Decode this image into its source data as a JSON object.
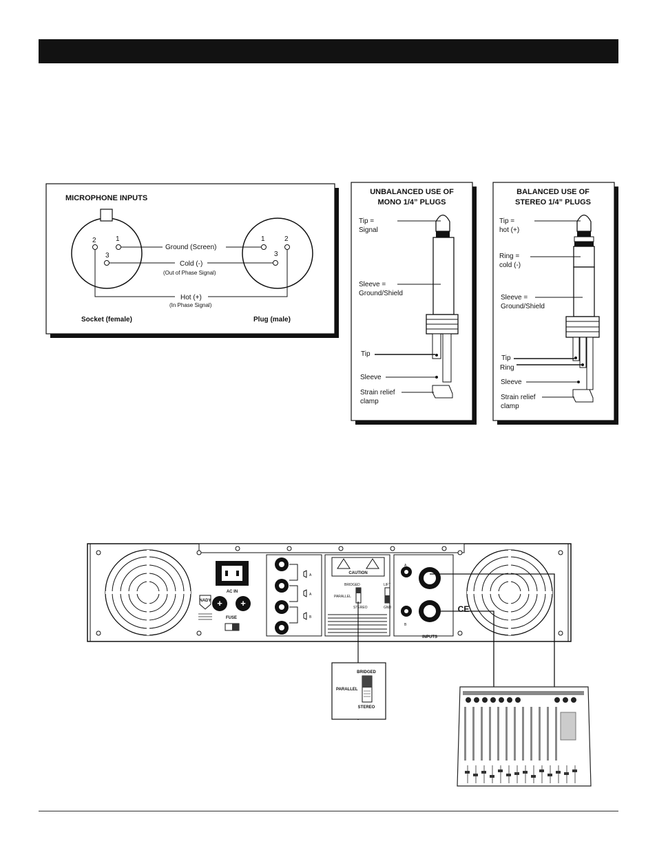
{
  "mic_panel": {
    "title": "MICROPHONE INPUTS",
    "pin1": "1",
    "pin2": "2",
    "pin3": "3",
    "ground": "Ground (Screen)",
    "cold": "Cold (-)",
    "cold_note": "(Out of Phase Signal)",
    "hot": "Hot (+)",
    "hot_note": "(In Phase Signal)",
    "socket": "Socket (female)",
    "plug": "Plug (male)"
  },
  "unbalanced": {
    "title1": "UNBALANCED USE OF",
    "title2": "MONO 1/4” PLUGS",
    "tip1": "Tip =",
    "tip2": "Signal",
    "sleeve1": "Sleeve =",
    "sleeve2": "Ground/Shield",
    "tip": "Tip",
    "sleeve": "Sleeve",
    "strain1": "Strain relief",
    "strain2": "clamp"
  },
  "balanced": {
    "title1": "BALANCED USE OF",
    "title2": "STEREO 1/4” PLUGS",
    "tip1": "Tip =",
    "tip2": "hot (+)",
    "ring1": "Ring =",
    "ring2": "cold (-)",
    "sleeve1": "Sleeve =",
    "sleeve2": "Ground/Shield",
    "tip": "Tip",
    "ring": "Ring",
    "sleeve": "Sleeve",
    "strain1": "Strain relief",
    "strain2": "clamp"
  },
  "amp": {
    "ac_in": "AC IN",
    "fuse": "FUSE",
    "logo": "NADY",
    "caution": "CAUTION",
    "bridged": "BRIDGED",
    "parallel": "PARALLEL",
    "stereo": "STEREO",
    "lift": "LIFT",
    "gnd": "GND",
    "ch_a": "A",
    "ch_b": "B",
    "inputs": "INPUTS",
    "ce": "CE"
  },
  "switch_detail": {
    "bridged": "BRIDGED",
    "parallel": "PARALLEL",
    "stereo": "STEREO"
  }
}
